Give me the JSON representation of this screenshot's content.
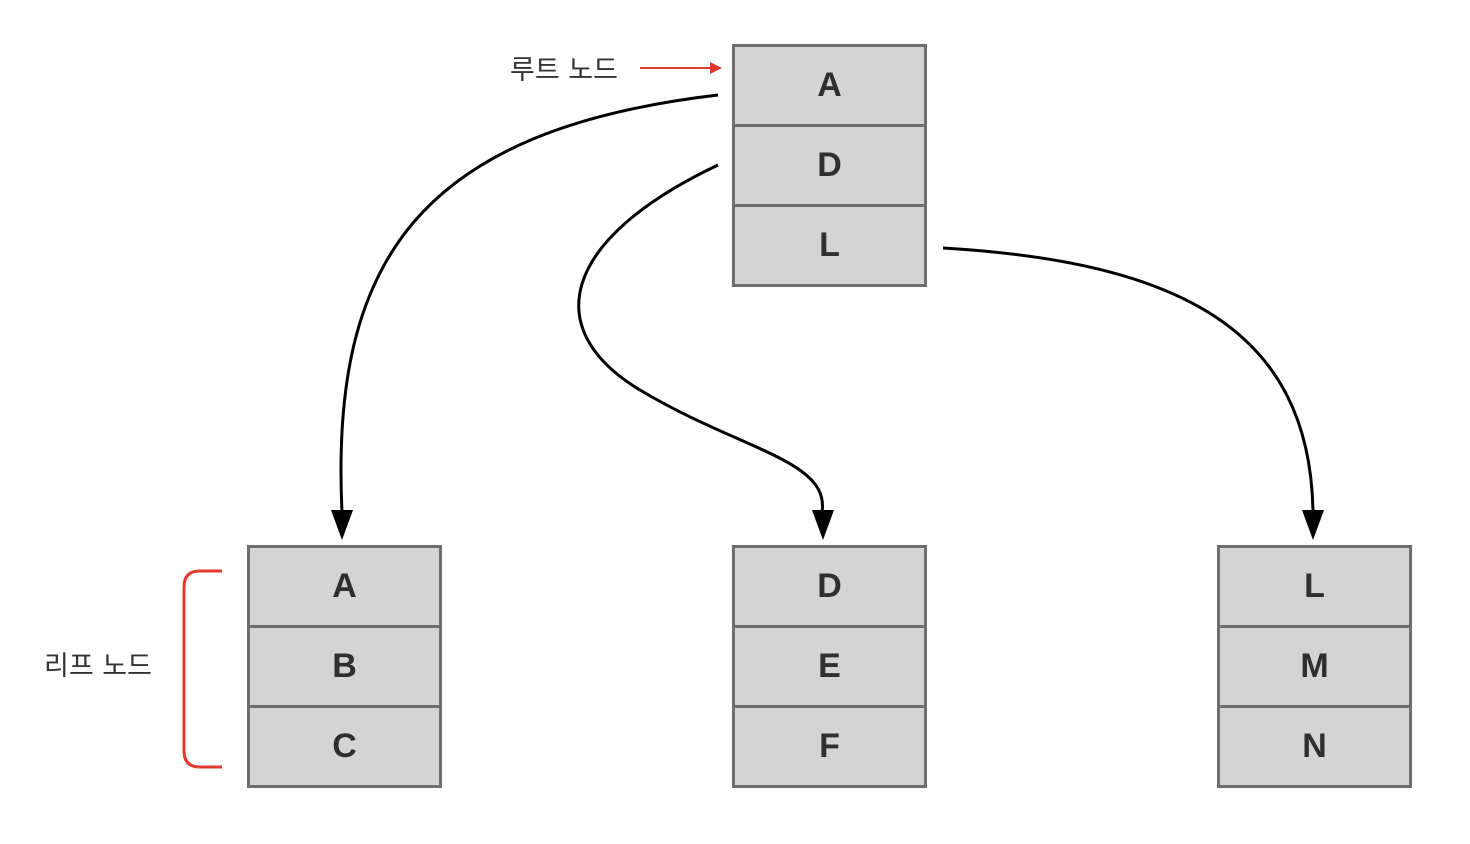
{
  "labels": {
    "root": "루트 노드",
    "leaf": "리프 노드"
  },
  "nodes": {
    "root": [
      "A",
      "D",
      "L"
    ],
    "leaves": [
      [
        "A",
        "B",
        "C"
      ],
      [
        "D",
        "E",
        "F"
      ],
      [
        "L",
        "M",
        "N"
      ]
    ]
  },
  "colors": {
    "cell_fill": "#d4d4d4",
    "cell_border": "#6e6e6e",
    "edge": "#000000",
    "annotation": "#e03a2f"
  }
}
